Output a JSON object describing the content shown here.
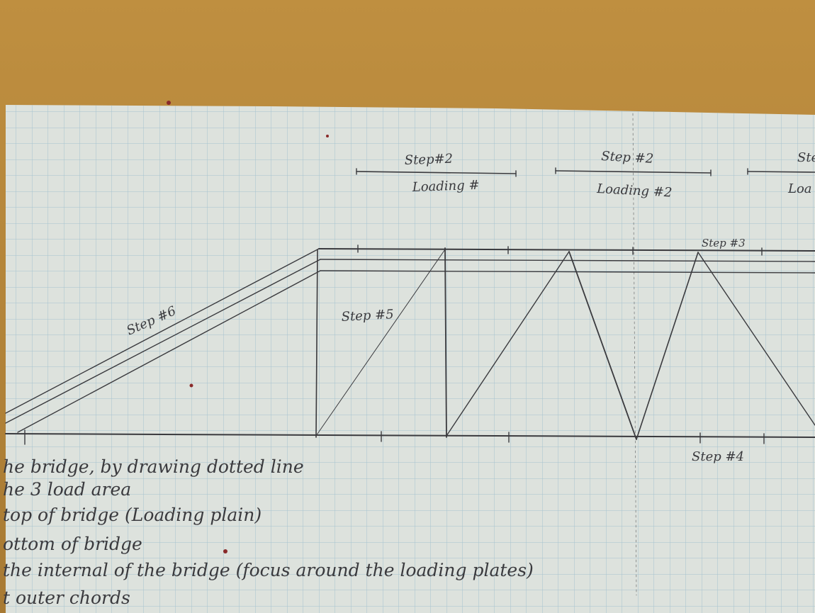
{
  "photo": {
    "subject": "pencil sketch of a bridge truss on grid paper",
    "colors": {
      "table": "#b88a3e",
      "paper": "#dde2dd",
      "grid": "#9fc0cf",
      "pencil": "#3a3a3e"
    }
  },
  "labels": {
    "step2_a": "Step#2",
    "loading_a": "Loading #",
    "step2_b": "Step #2",
    "loading_b": "Loading #2",
    "step2_c": "Ste",
    "loading_c": "Loa",
    "step3": "Step #3",
    "step4": "Step #4",
    "step5": "Step #5",
    "step6": "Step #6"
  },
  "notes": [
    "he bridge, by drawing dotted line",
    "he 3 load area",
    "top of bridge (Loading plain)",
    "ottom of bridge",
    "the internal of the bridge (focus around the loading plates)",
    "t outer chords"
  ]
}
